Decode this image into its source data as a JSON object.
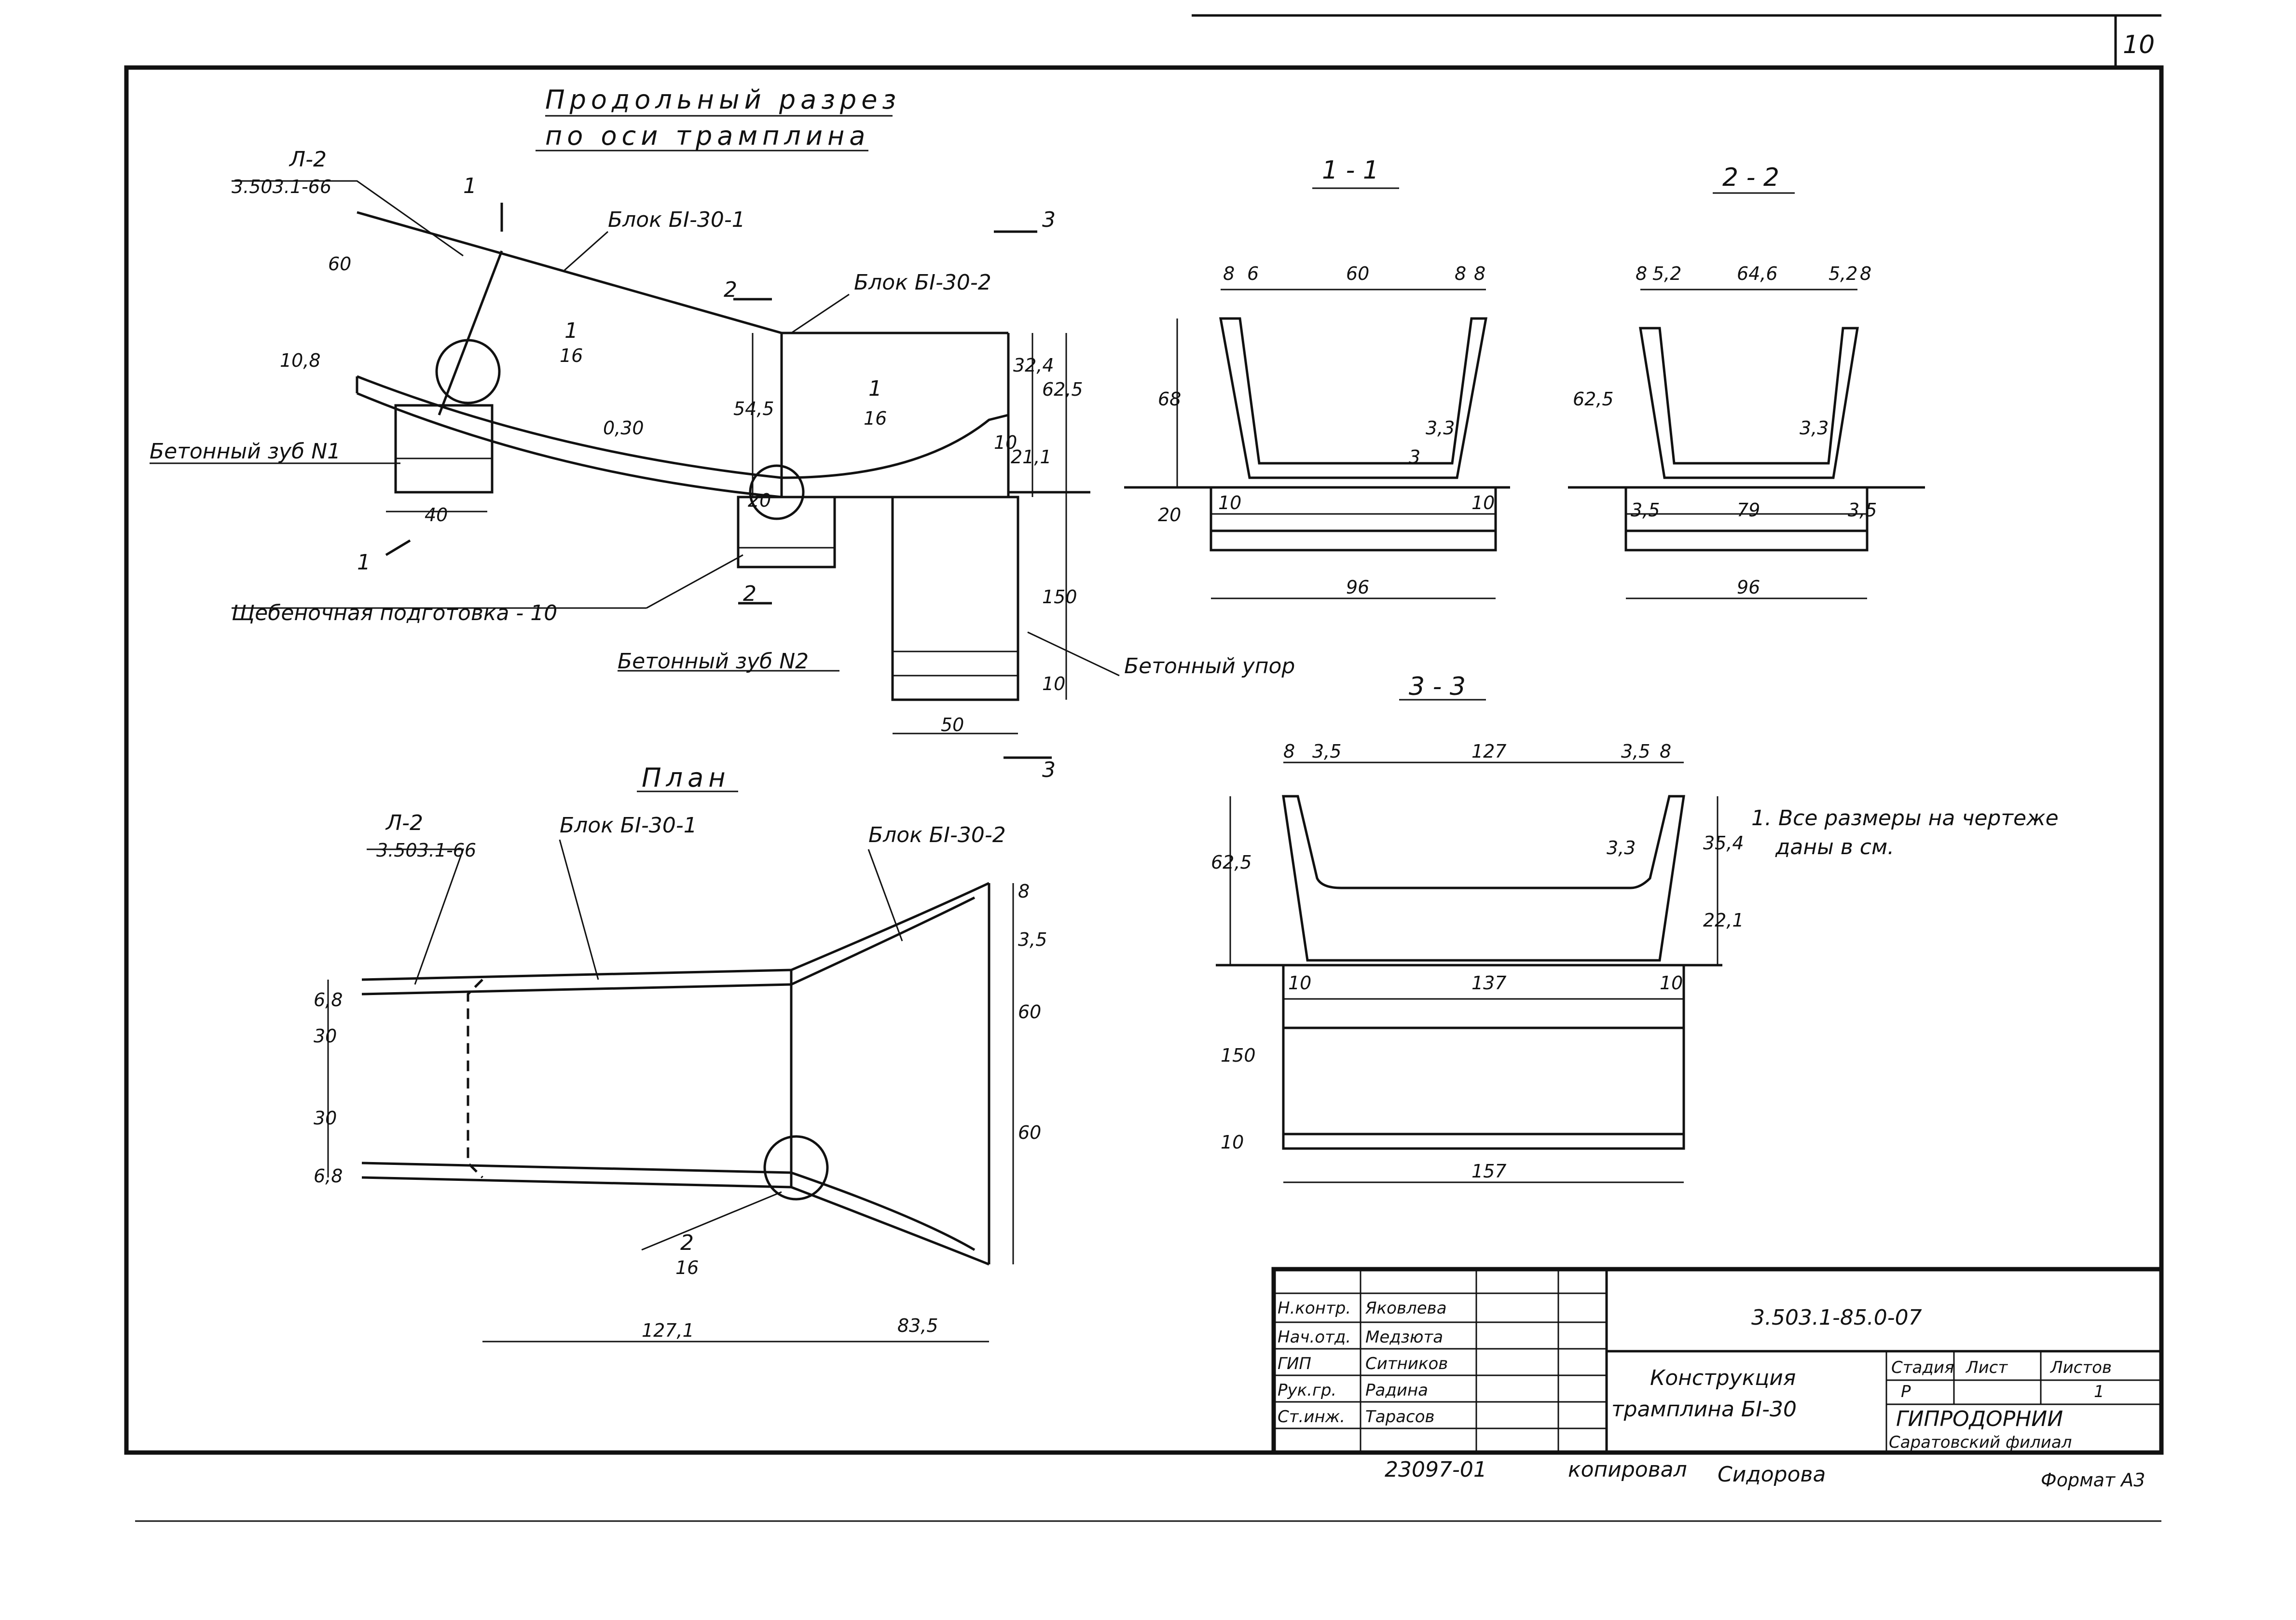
{
  "sheet": {
    "page_number": "10",
    "drawing_code": "3.503.1-85.0-07",
    "title_line1": "Конструкция",
    "title_line2": "трамплина  БI-30",
    "stage_header": "Стадия",
    "sheet_header": "Лист",
    "sheets_header": "Листов",
    "stage": "Р",
    "sheets": "1",
    "org_name": "ГИПРОДОРНИИ",
    "org_branch": "Саратовский филиал",
    "format": "Формат А3",
    "bottom_note": "23097-01",
    "copied_label": "копировал",
    "copied_name": "Сидорова"
  },
  "signatures": [
    {
      "role": "Н.контр.",
      "name": "Яковлева"
    },
    {
      "role": "Нач.отд.",
      "name": "Медзюта"
    },
    {
      "role": "ГИП",
      "name": "Ситников"
    },
    {
      "role": "Рук.гр.",
      "name": "Радина"
    },
    {
      "role": "Ст.инж.",
      "name": "Тарасов"
    }
  ],
  "views": {
    "longitudinal_title1": "Продольный  разрез",
    "longitudinal_title2": "по  оси  трамплина",
    "plan_title": "План",
    "section_1": "1 - 1",
    "section_2": "2 - 2",
    "section_3": "3 - 3"
  },
  "labels": {
    "ref_sheet_top": "Л-2",
    "ref_series": "3.503.1-66",
    "block1": "Блок БI-30-1",
    "block2": "Блок БI-30-2",
    "tooth1": "Бетонный зуб N1",
    "tooth2": "Бетонный зуб N2",
    "gravel": "Щебеночная  подготовка - 10",
    "stop": "Бетонный упор",
    "slope": "0,30",
    "node1_num": "1",
    "node1_den": "16",
    "node2_num": "2",
    "node2_den": "16",
    "cut1": "1",
    "cut2": "2",
    "cut3": "3",
    "note": "1. Все размеры на чертеже",
    "note2": "даны  в см."
  },
  "dims": {
    "d60": "60",
    "d108": "10,8",
    "d545": "54,5",
    "d324": "32,4",
    "d625": "62,5",
    "d211": "21,1",
    "d10": "10",
    "d20": "20",
    "d40": "40",
    "d150": "150",
    "d50": "50",
    "s11_8a": "8",
    "s11_6": "6",
    "s11_60": "60",
    "s11_8b": "8",
    "s11_8c": "8",
    "s11_68": "68",
    "s11_33": "3,3",
    "s11_3": "3",
    "s11_20": "20",
    "s11_10": "10",
    "s11_96": "96",
    "s11_10b": "10",
    "s22_8a": "8",
    "s22_52a": "5,2",
    "s22_646": "64,6",
    "s22_52b": "5,2",
    "s22_8b": "8",
    "s22_625": "62,5",
    "s22_33": "3,3",
    "s22_79": "79",
    "s22_35a": "3,5",
    "s22_35b": "3,5",
    "s22_96": "96",
    "s33_8a": "8",
    "s33_35a": "3,5",
    "s33_127": "127",
    "s33_35b": "3,5",
    "s33_8b": "8",
    "s33_625": "62,5",
    "s33_354": "35,4",
    "s33_221": "22,1",
    "s33_33": "3,3",
    "s33_137": "137",
    "s33_10a": "10",
    "s33_10b": "10",
    "s33_150": "150",
    "s33_10c": "10",
    "s33_157": "157",
    "p_68a": "6,8",
    "p_30a": "30",
    "p_30b": "30",
    "p_68b": "6,8",
    "p_8": "8",
    "p_35": "3,5",
    "p_60a": "60",
    "p_60b": "60",
    "p_1271": "127,1",
    "p_835": "83,5"
  }
}
